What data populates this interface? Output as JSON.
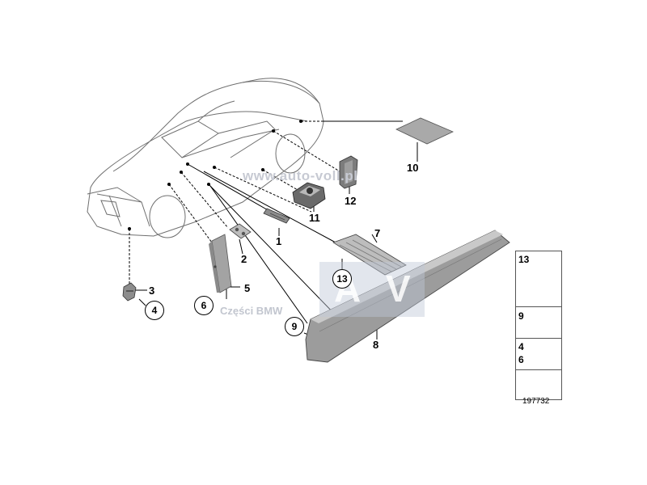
{
  "watermark": {
    "url": "www.auto-voll.pl",
    "brand": "Części BMW",
    "letter_left": "A",
    "letter_right": "V"
  },
  "callouts": {
    "c1": "1",
    "c2": "2",
    "c3": "3",
    "c4": "4",
    "c5": "5",
    "c6": "6",
    "c7": "7",
    "c8": "8",
    "c9": "9",
    "c10": "10",
    "c11": "11",
    "c12": "12",
    "c13": "13"
  },
  "side_panel": {
    "row1": "13",
    "row2": "9",
    "row3a": "4",
    "row3b": "6"
  },
  "reference_number": "197732",
  "colors": {
    "line": "#000000",
    "car_outline": "#6f6f6f",
    "part_fill": "#9a9a9a",
    "part_light": "#c9c9c9",
    "watermark_box": "#bec7d8"
  }
}
